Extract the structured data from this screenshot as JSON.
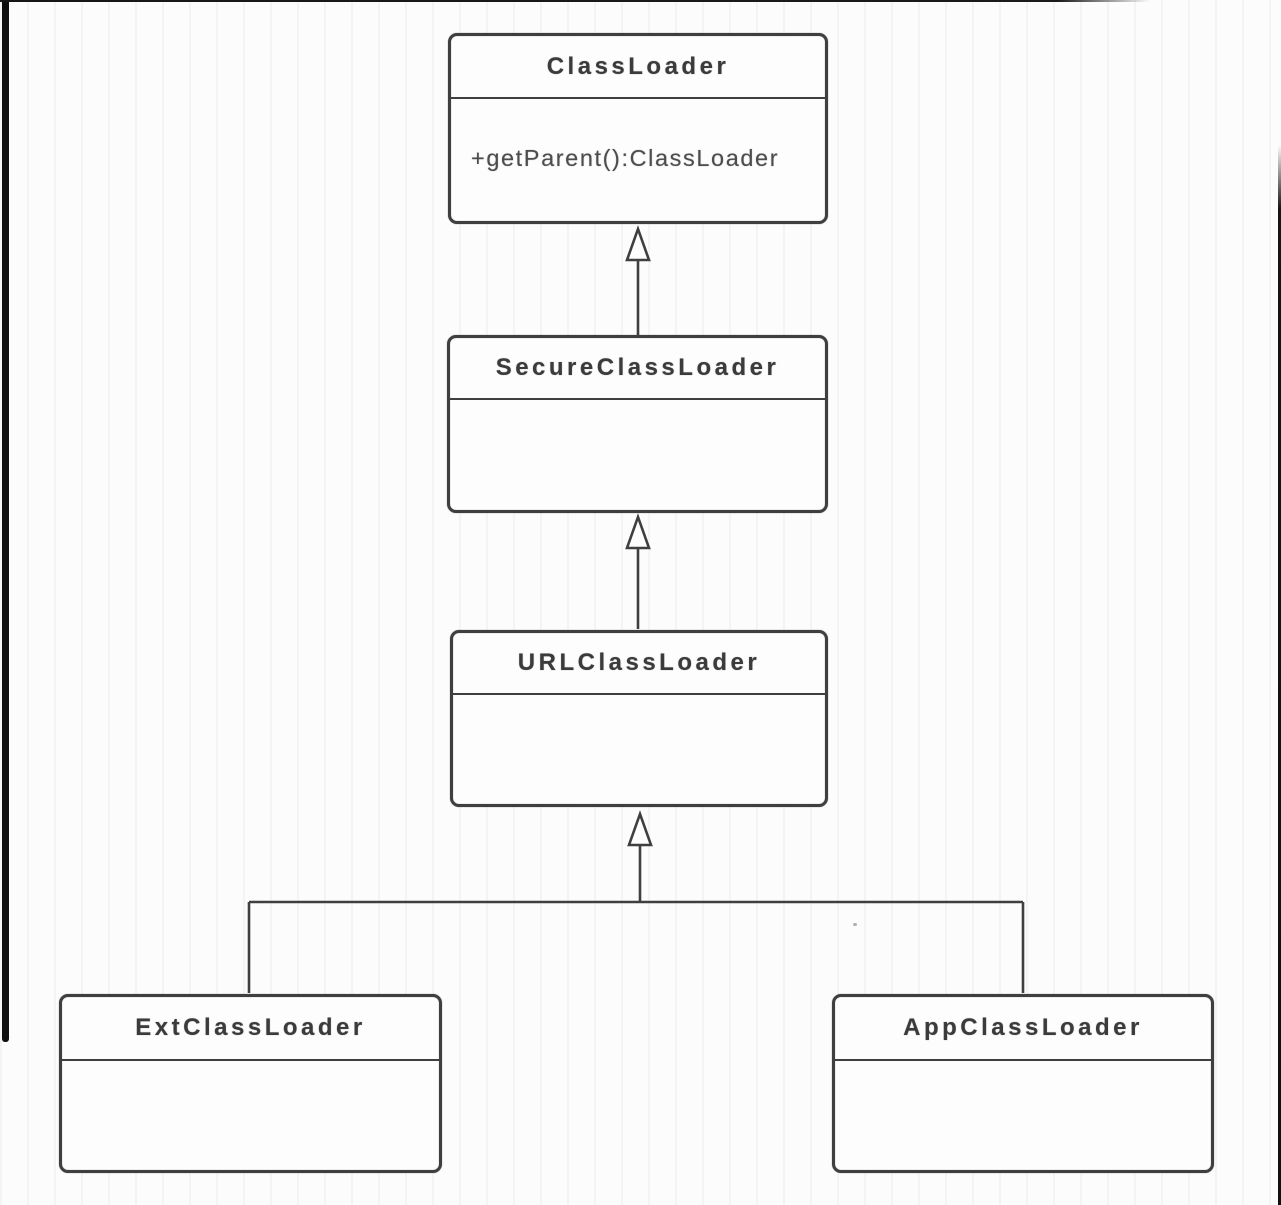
{
  "diagram": {
    "kind": "uml-class-diagram",
    "subject": "Java ClassLoader inheritance hierarchy",
    "colors": {
      "line": "#3f3f3f",
      "title_text": "#3b3b3b",
      "member_text": "#4d4d4d",
      "paper": "#fcfcfd",
      "scan_edge": "#0e0e0e"
    },
    "classes": [
      {
        "id": "classloader",
        "name": "ClassLoader",
        "members": [
          "+getParent():ClassLoader"
        ]
      },
      {
        "id": "secureclassloader",
        "name": "SecureClassLoader",
        "members": []
      },
      {
        "id": "urlclassloader",
        "name": "URLClassLoader",
        "members": []
      },
      {
        "id": "extclassloader",
        "name": "ExtClassLoader",
        "members": []
      },
      {
        "id": "appclassloader",
        "name": "AppClassLoader",
        "members": []
      }
    ],
    "relations": [
      {
        "from": "SecureClassLoader",
        "to": "ClassLoader",
        "type": "generalization"
      },
      {
        "from": "URLClassLoader",
        "to": "SecureClassLoader",
        "type": "generalization"
      },
      {
        "from": "ExtClassLoader",
        "to": "URLClassLoader",
        "type": "generalization"
      },
      {
        "from": "AppClassLoader",
        "to": "URLClassLoader",
        "type": "generalization"
      }
    ]
  }
}
